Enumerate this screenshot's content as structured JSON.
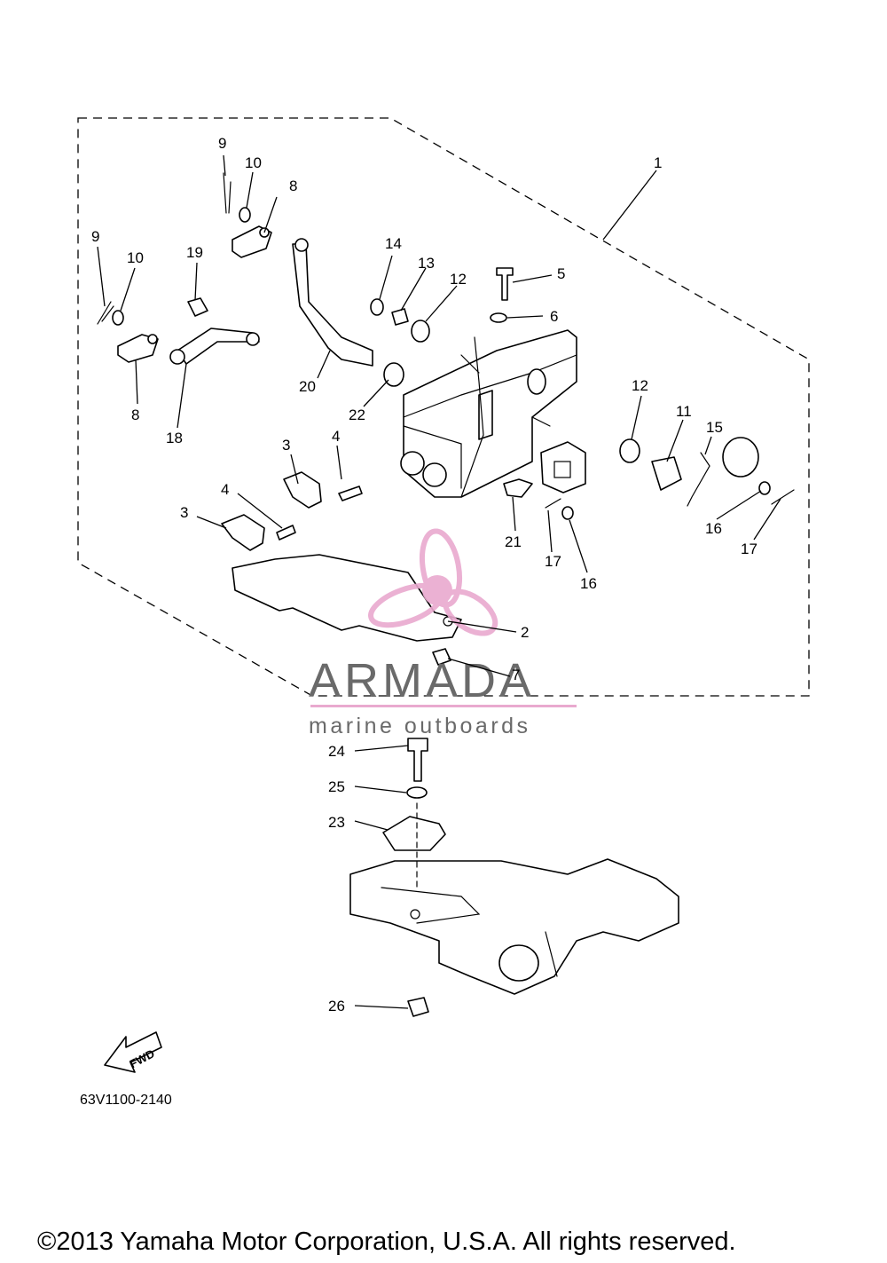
{
  "callouts": {
    "c1": "1",
    "c2": "2",
    "c3a": "3",
    "c3b": "3",
    "c4a": "4",
    "c4b": "4",
    "c5": "5",
    "c6": "6",
    "c7": "7",
    "c8a": "8",
    "c8b": "8",
    "c9a": "9",
    "c9b": "9",
    "c10a": "10",
    "c10b": "10",
    "c11": "11",
    "c12a": "12",
    "c12b": "12",
    "c13": "13",
    "c14": "14",
    "c15": "15",
    "c16a": "16",
    "c16b": "16",
    "c17a": "17",
    "c17b": "17",
    "c18": "18",
    "c19": "19",
    "c20": "20",
    "c21": "21",
    "c22": "22",
    "c23": "23",
    "c24": "24",
    "c25": "25",
    "c26": "26"
  },
  "fwd_label": "FWD",
  "diagram_code": "63V1100-2140",
  "watermark": {
    "brand": "ARMADA",
    "tagline": "marine outboards",
    "color": "#e9a9cf"
  },
  "copyright": "©2013 Yamaha Motor Corporation, U.S.A. All rights reserved."
}
